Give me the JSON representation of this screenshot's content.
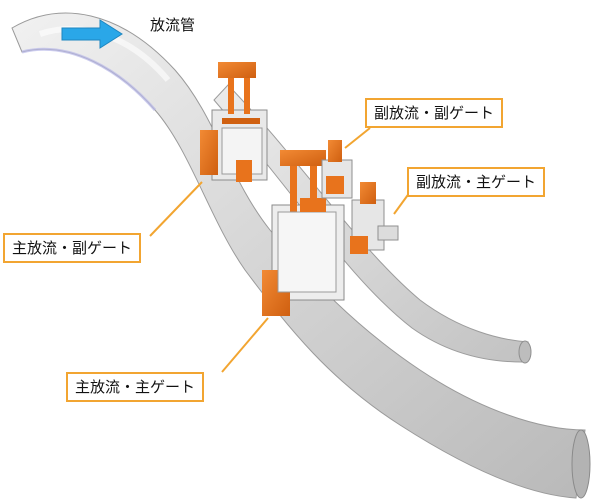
{
  "labels": {
    "discharge_pipe": "放流管",
    "sub_discharge_sub_gate": "副放流・副ゲート",
    "sub_discharge_main_gate": "副放流・主ゲート",
    "main_discharge_sub_gate": "主放流・副ゲート",
    "main_discharge_main_gate": "主放流・主ゲート"
  },
  "colors": {
    "callout_border": "#f2a531",
    "pointer_line": "#f2a531",
    "gate_orange": "#e8731c",
    "pipe_gray": "#d9d9d9",
    "flow_arrow": "#2aa7e8"
  },
  "icons": {
    "flow_arrow": "flow-direction-arrow-icon"
  }
}
